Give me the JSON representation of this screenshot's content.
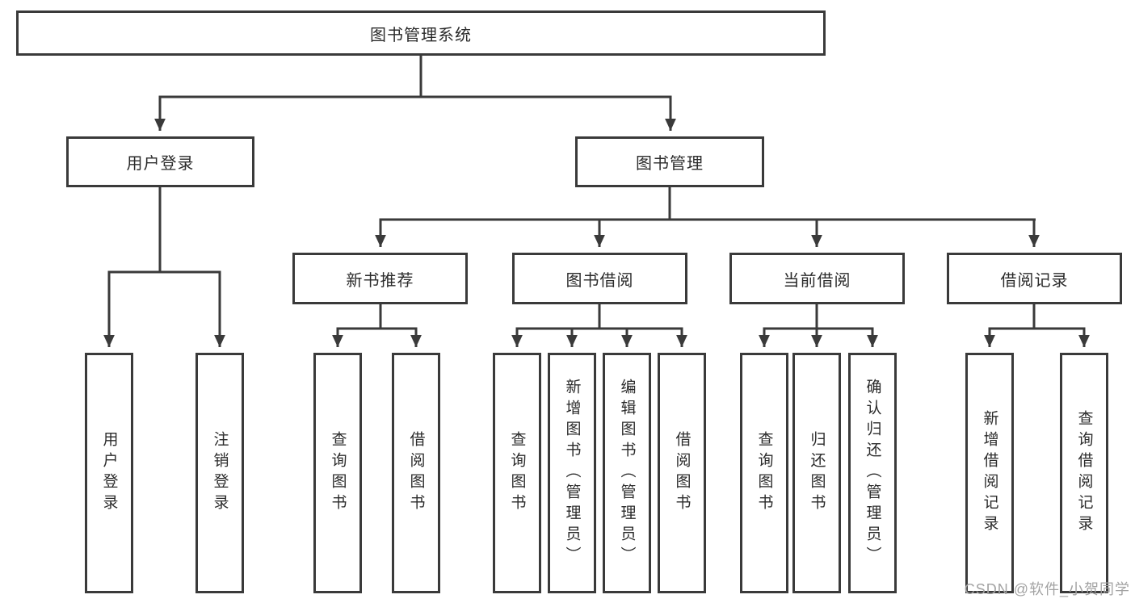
{
  "colors": {
    "line": "#3a3a3a",
    "box_border": "#3a3a3a",
    "text": "#2b2b2b",
    "watermark": "#a3a3a3",
    "background": "#ffffff"
  },
  "nodes": {
    "root": "图书管理系统",
    "children": [
      {
        "label": "用户登录",
        "leaves": [
          "用户登录",
          "注销登录"
        ]
      },
      {
        "label": "图书管理",
        "children": [
          {
            "label": "新书推荐",
            "leaves": [
              "查询图书",
              "借阅图书"
            ]
          },
          {
            "label": "图书借阅",
            "leaves": [
              "查询图书",
              "新增图书（管理员）",
              "编辑图书（管理员）",
              "借阅图书"
            ]
          },
          {
            "label": "当前借阅",
            "leaves": [
              "查询图书",
              "归还图书",
              "确认归还（管理员）"
            ]
          },
          {
            "label": "借阅记录",
            "leaves": [
              "新增借阅记录",
              "查询借阅记录"
            ]
          }
        ]
      }
    ]
  },
  "watermark": "CSDN @软件_小贺同学"
}
